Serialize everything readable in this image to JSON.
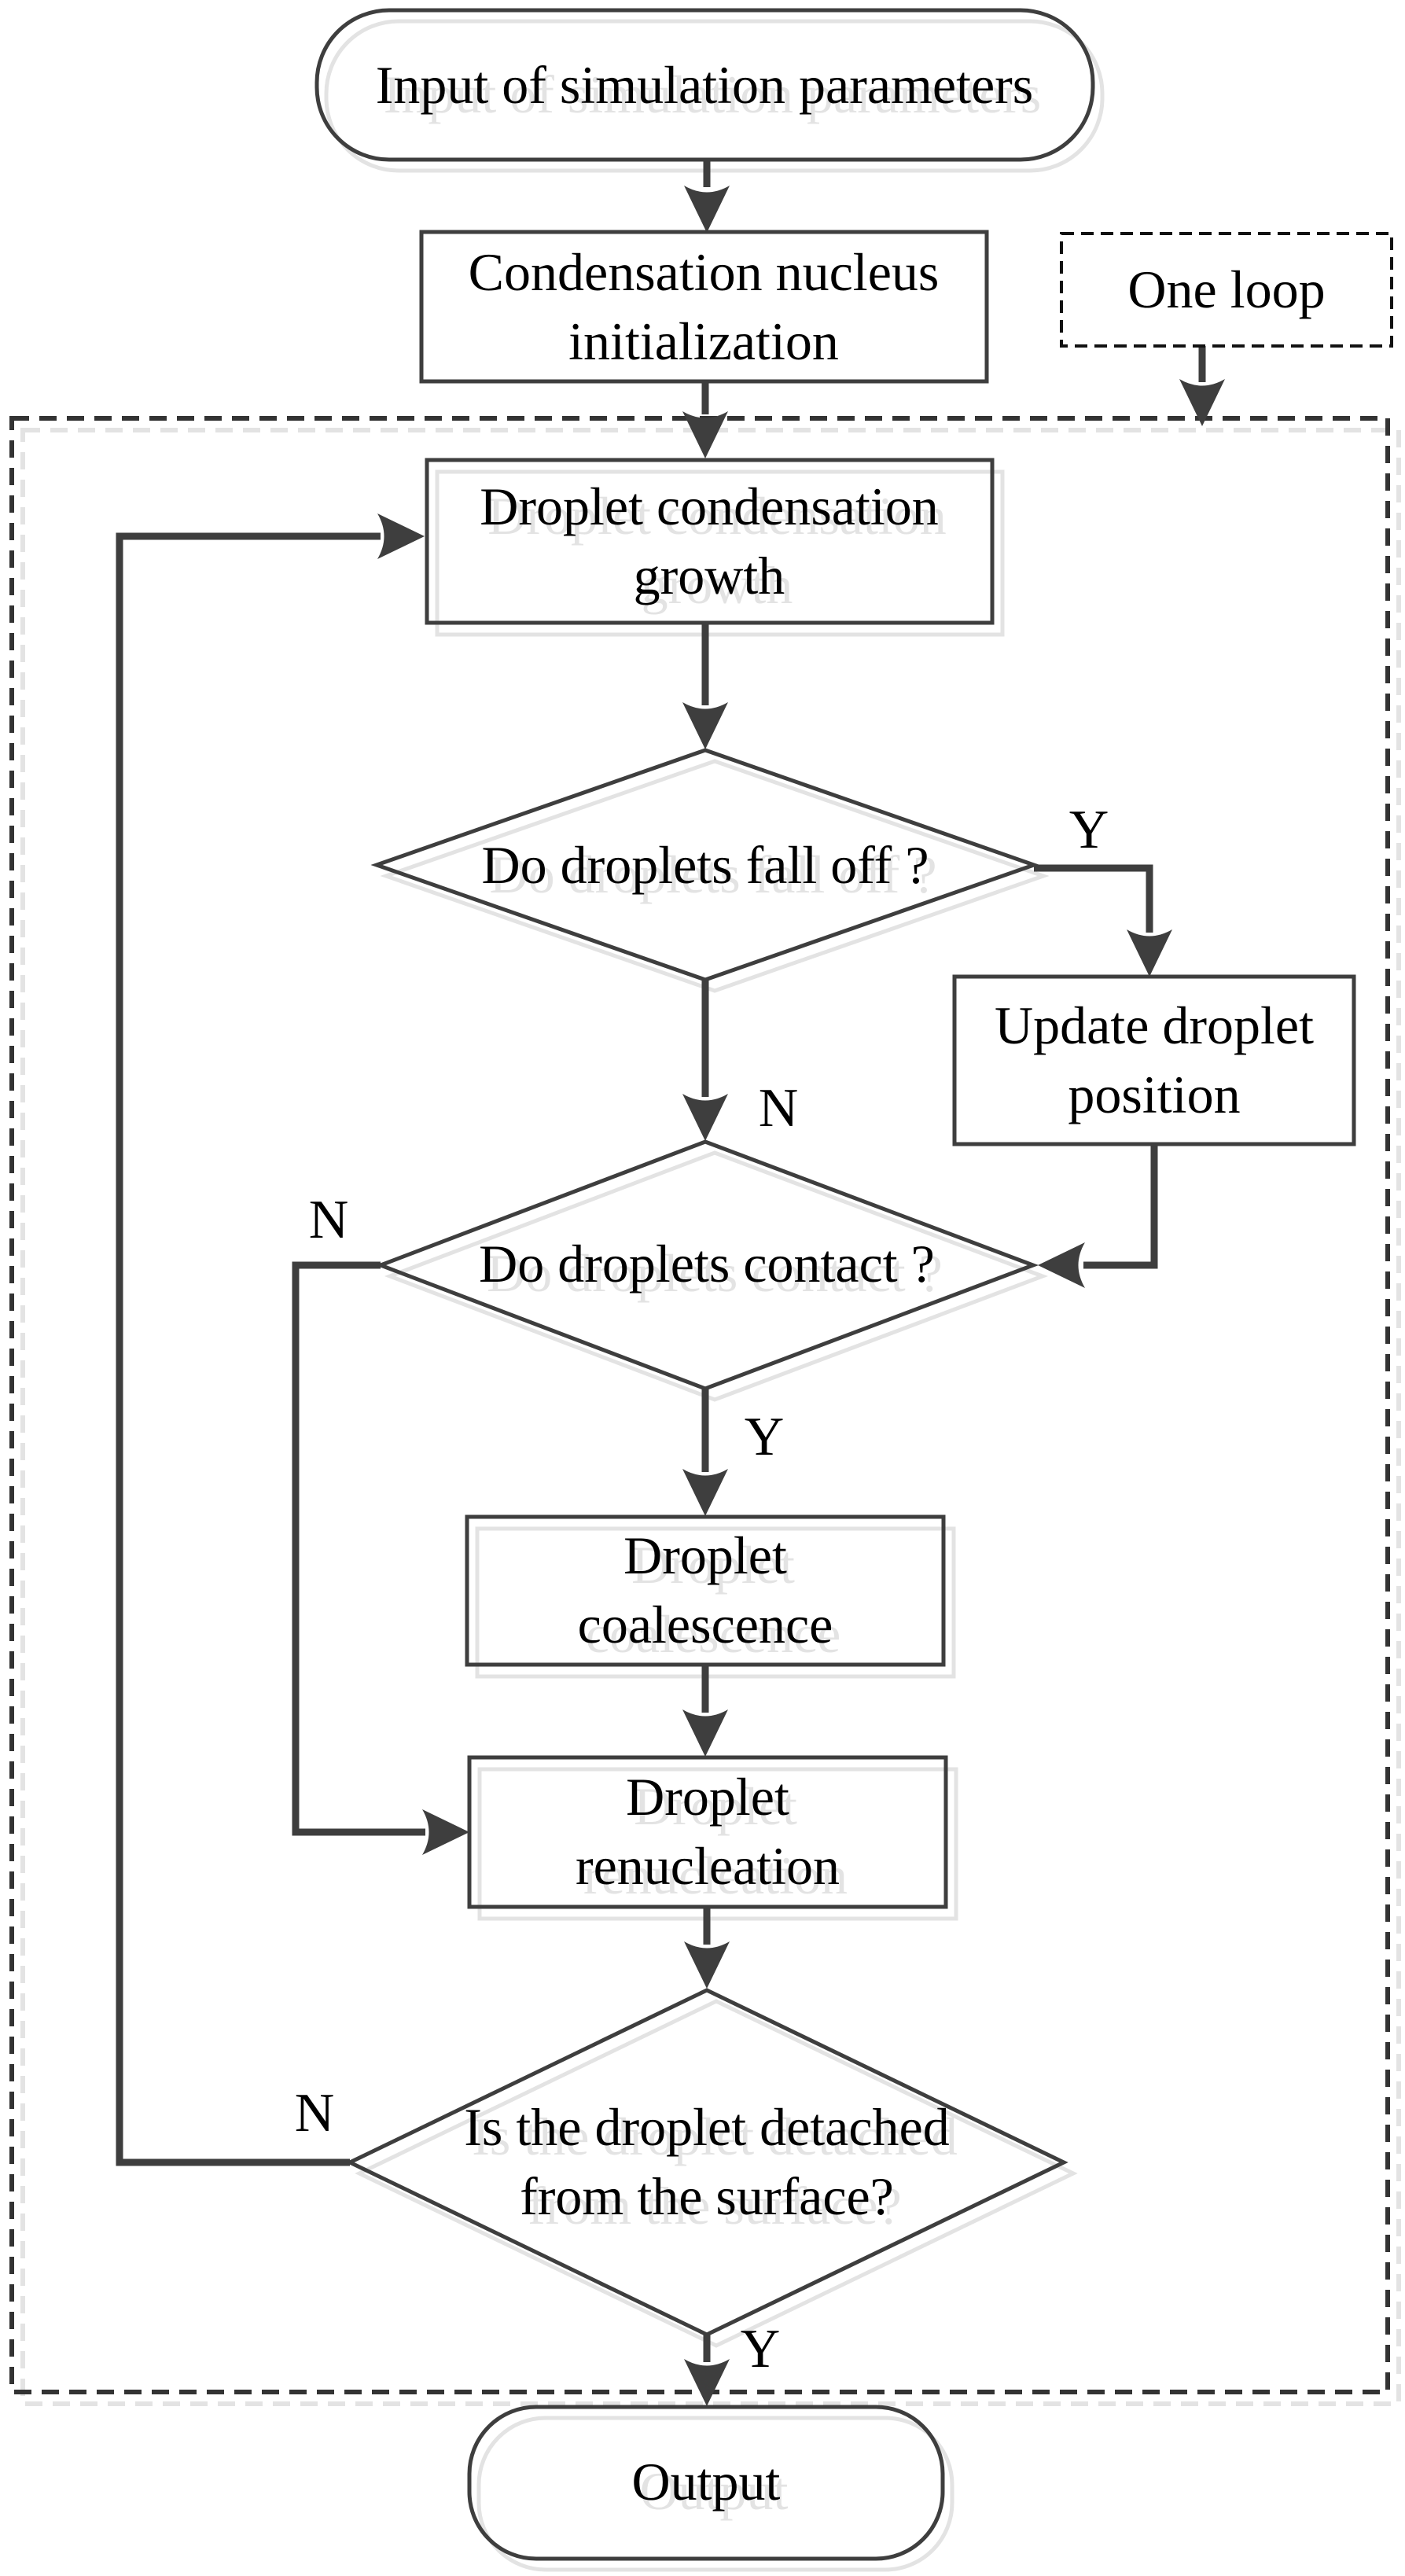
{
  "diagram": {
    "background": "#ffffff",
    "line_color": "#3e3e3e",
    "shadow_color": "#e3e3e3",
    "dashed_border_color": "#333333",
    "text_color": "#000000"
  },
  "nodes": {
    "start": {
      "label": "Input of simulation parameters"
    },
    "init": {
      "line1": "Condensation nucleus",
      "line2": "initialization"
    },
    "one_loop": {
      "label": "One loop"
    },
    "growth": {
      "line1": "Droplet condensation",
      "line2": "growth"
    },
    "fall_off": {
      "label": "Do droplets fall off ?"
    },
    "update": {
      "line1": "Update droplet",
      "line2": "position"
    },
    "contact": {
      "label": "Do droplets contact ?"
    },
    "coalescence": {
      "line1": "Droplet",
      "line2": "coalescence"
    },
    "renucleation": {
      "line1": "Droplet",
      "line2": "renucleation"
    },
    "detached": {
      "line1": "Is the droplet detached",
      "line2": "from the surface?"
    },
    "output": {
      "label": "Output"
    }
  },
  "branch_labels": {
    "yes": "Y",
    "no": "N"
  }
}
